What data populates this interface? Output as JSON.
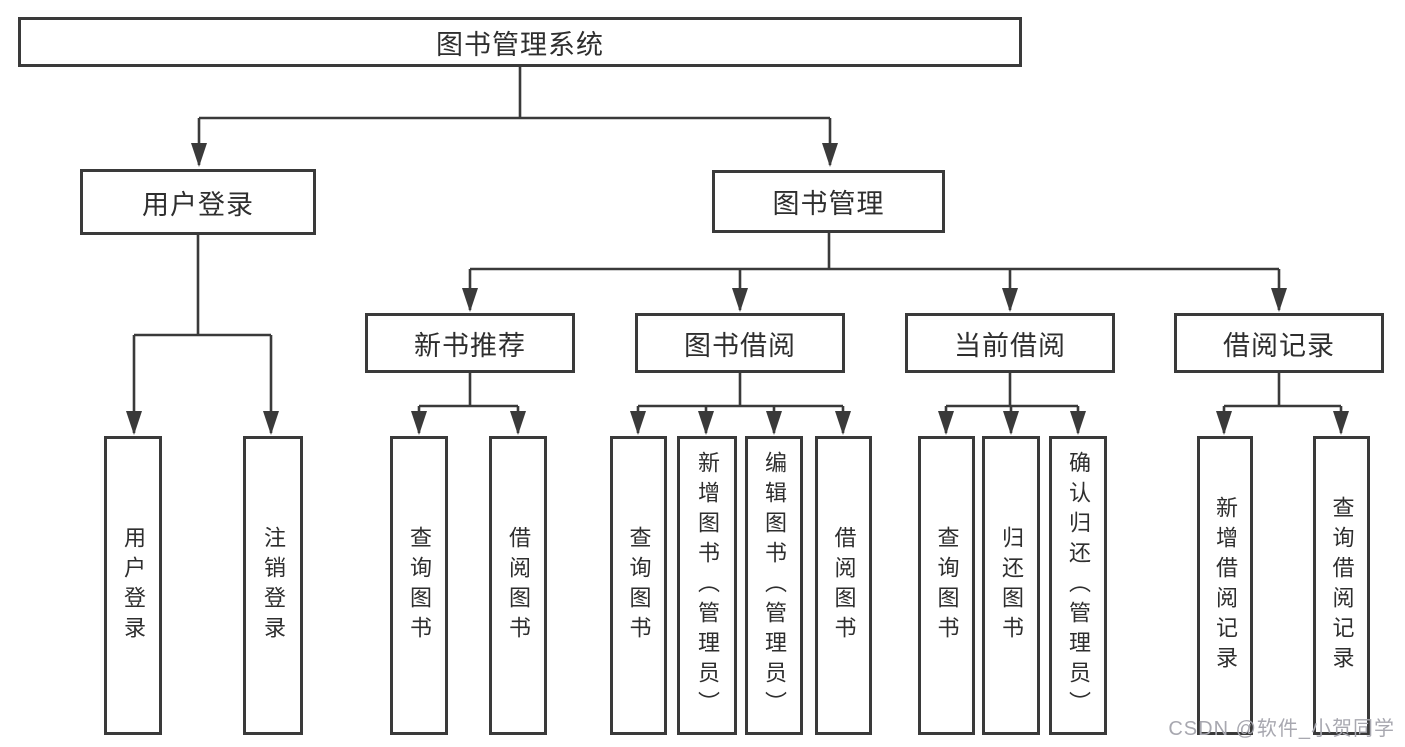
{
  "nodes": {
    "root": "图书管理系统",
    "user_login": "用户登录",
    "book_mgmt": "图书管理",
    "new_book_rec": "新书推荐",
    "book_borrow": "图书借阅",
    "current_borrow": "当前借阅",
    "borrow_record": "借阅记录",
    "leaves": {
      "user_login": [
        "用户登录",
        "注销登录"
      ],
      "new_book_rec": [
        "查询图书",
        "借阅图书"
      ],
      "book_borrow": [
        "查询图书",
        "新增图书（管理员）",
        "编辑图书（管理员）",
        "借阅图书"
      ],
      "current_borrow": [
        "查询图书",
        "归还图书",
        "确认归还（管理员）"
      ],
      "borrow_record": [
        "新增借阅记录",
        "查询借阅记录"
      ]
    }
  },
  "watermark": "CSDN @软件_小贺同学",
  "colors": {
    "line": "#3a3a3a",
    "text": "#2e2e2e",
    "background": "#ffffff",
    "watermark": "#a8a8b0"
  }
}
